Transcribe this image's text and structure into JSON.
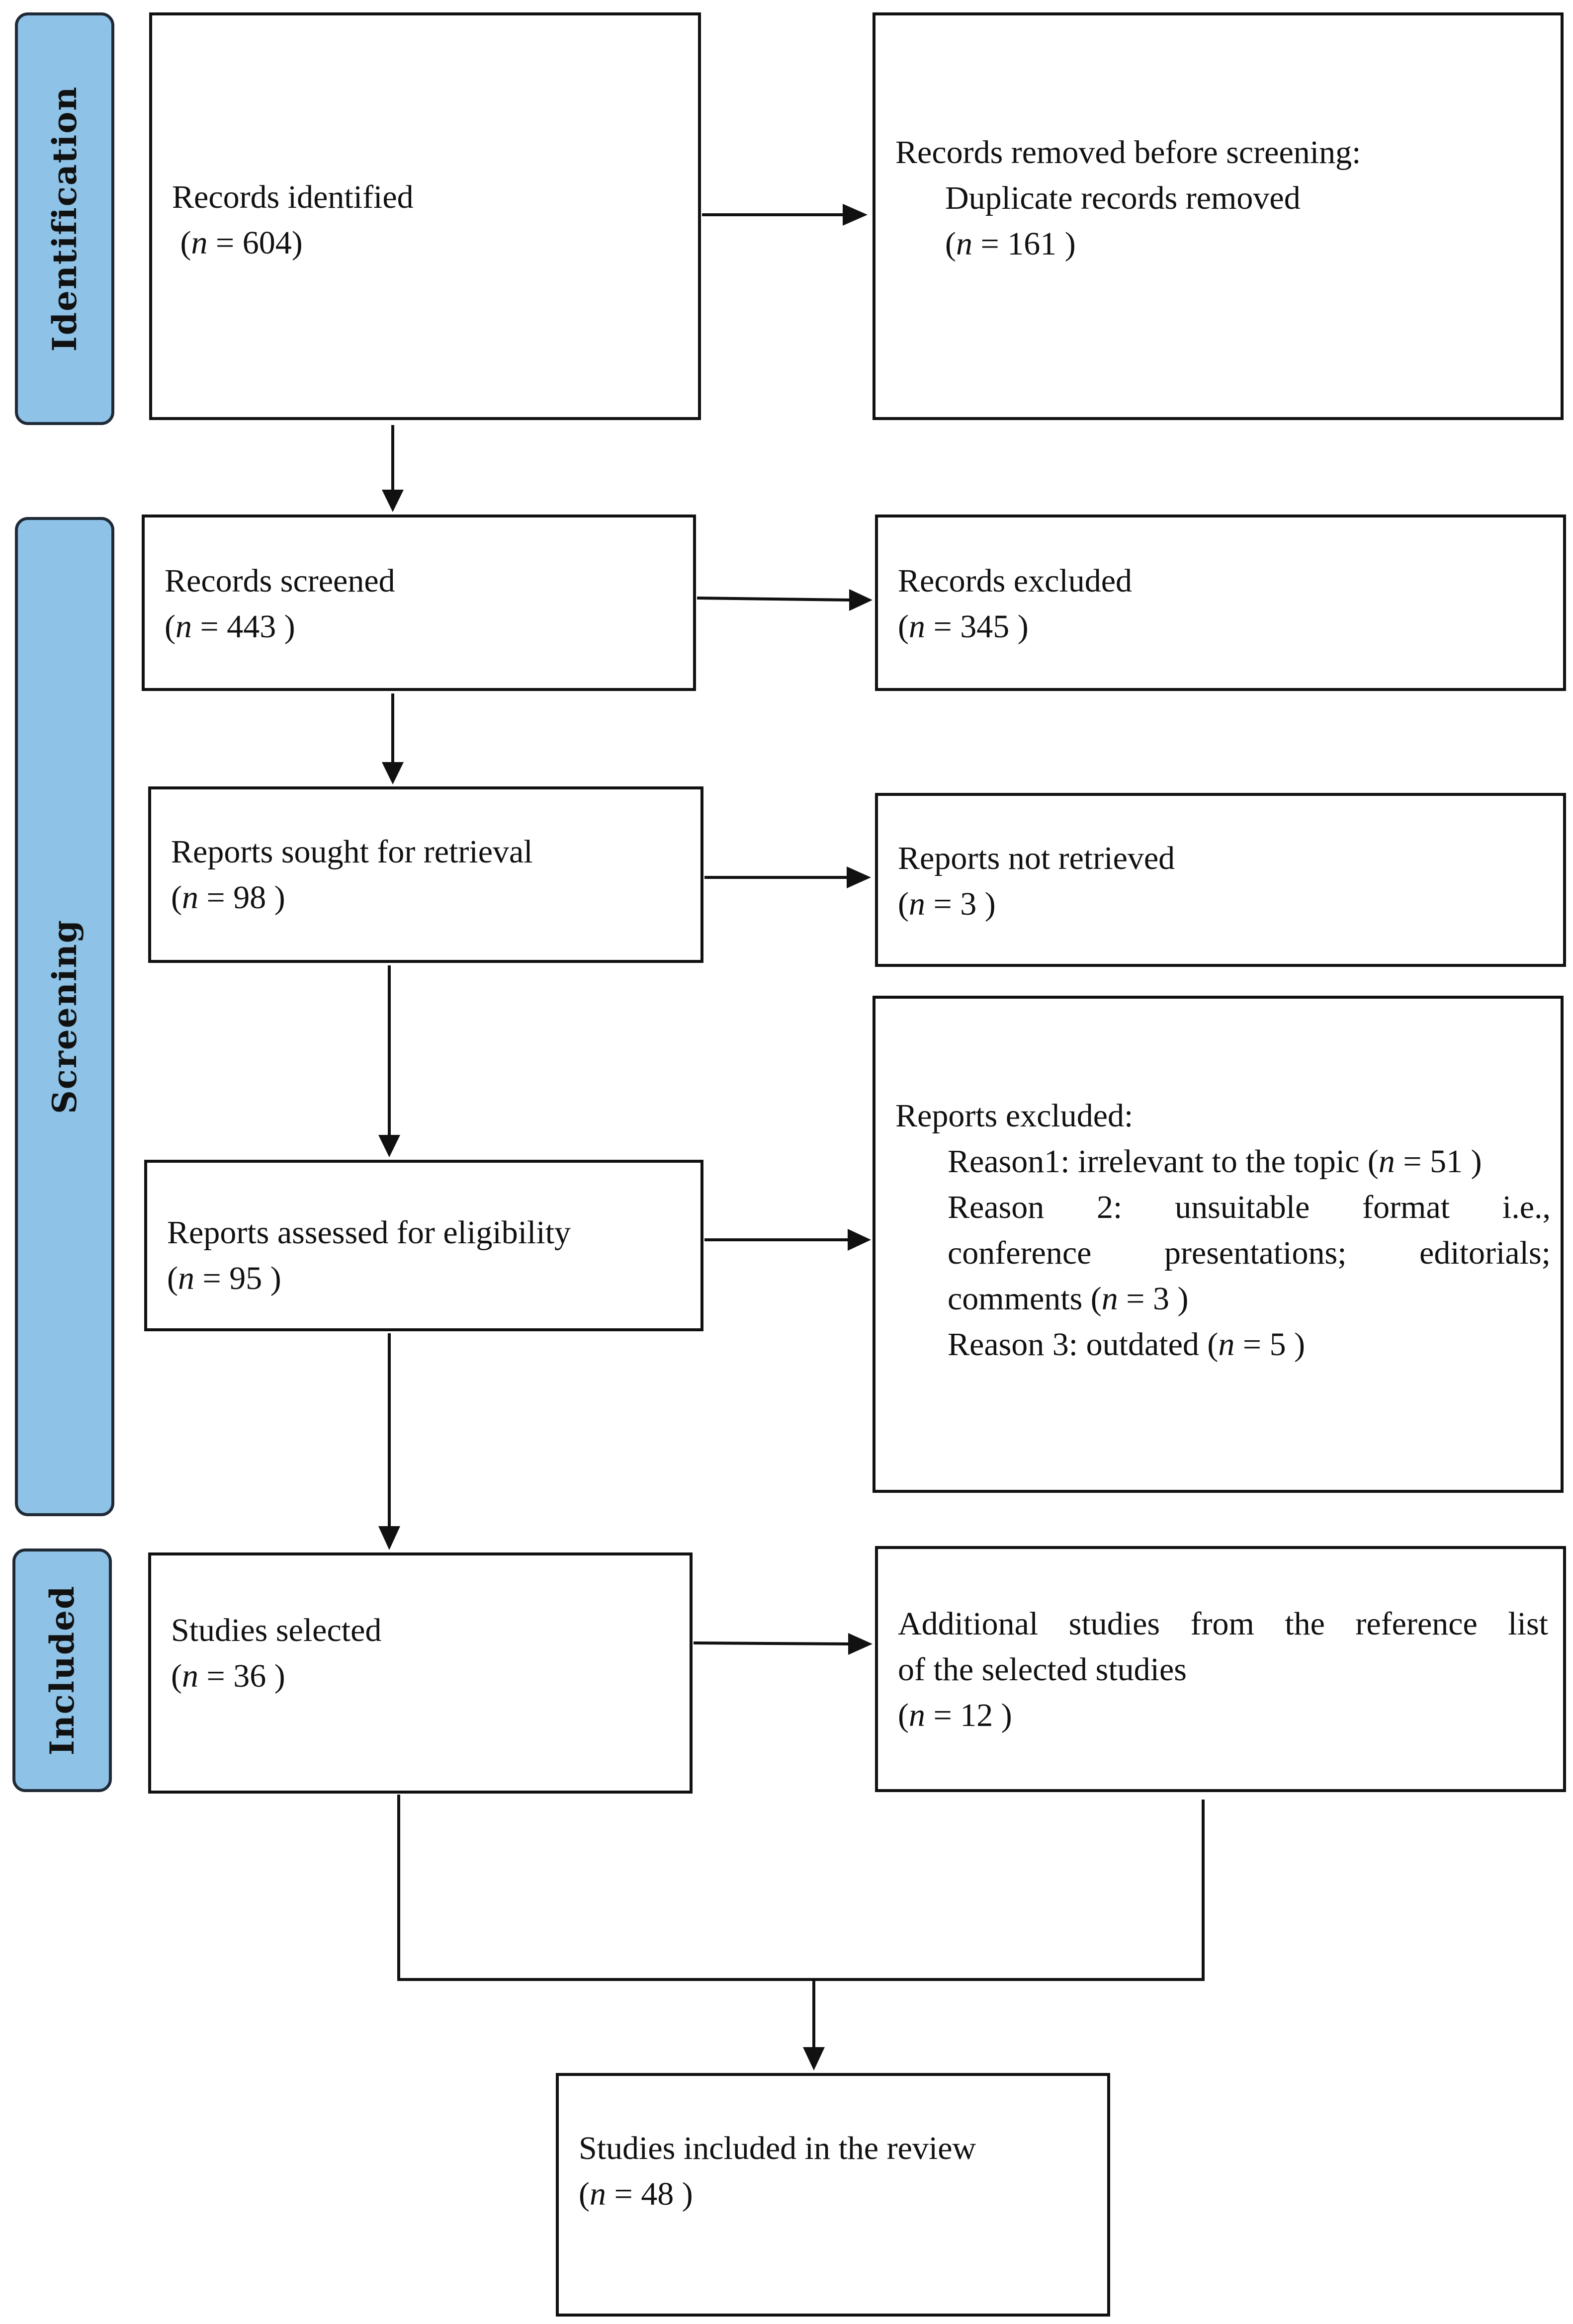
{
  "phases": {
    "identification": "Identification",
    "screening": "Screening",
    "included": "Included"
  },
  "boxes": {
    "records_identified": {
      "label": "Records identified",
      "count": "604"
    },
    "removed": {
      "heading": "Records removed before screening:",
      "sub": "Duplicate records removed",
      "count": "161 )"
    },
    "screened": {
      "label": "Records screened",
      "count": "443 )"
    },
    "excluded": {
      "label": "Records excluded",
      "count": "345 )"
    },
    "sought": {
      "label": "Reports sought for retrieval",
      "count": "98 )"
    },
    "not_retrieved": {
      "label": "Reports not retrieved",
      "count": "3 )"
    },
    "assessed": {
      "label": "Reports assessed for eligibility",
      "count": "95 )"
    },
    "reports_excluded": {
      "heading": "Reports excluded:",
      "reason1": "Reason1: irrelevant to the topic (",
      "reason1_count": "51 )",
      "reason2_line1": "Reason 2: unsuitable format i.e.,",
      "reason2_line2": "conference presentations; editorials;",
      "reason2_line3": "comments (",
      "reason2_count": "3 )",
      "reason3": "Reason 3: outdated (",
      "reason3_count": "5 )"
    },
    "selected": {
      "label": "Studies selected",
      "count": "36 )"
    },
    "additional": {
      "line1": "Additional studies from the reference list",
      "line2": "of the selected studies",
      "count": "12 )"
    },
    "included": {
      "label": "Studies included in the review",
      "count": "48 )"
    }
  },
  "n_symbol": "n",
  "equals": " = "
}
